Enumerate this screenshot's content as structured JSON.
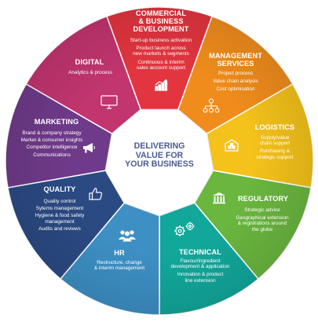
{
  "center": {
    "lines": [
      "DELIVERING",
      "VALUE FOR",
      "YOUR BUSINESS"
    ]
  },
  "colors": {
    "commercial": "#e2353f",
    "management": "#f08c1c",
    "logistics": "#f4c21a",
    "regulatory": "#6ab63f",
    "technical": "#12a79b",
    "hr": "#3d8fc4",
    "quality": "#2b4a83",
    "marketing": "#6f3a8a",
    "digital": "#c2356f",
    "center_text": "#4a5a90"
  },
  "segments": [
    {
      "key": "commercial",
      "icon": "growth-chart-icon",
      "title": [
        "COMMERCIAL",
        "& BUSINESS",
        "DEVELOPMENT"
      ],
      "items": [
        "Start-up business activation",
        "Product launch across",
        "new markets & segments",
        "Continuous & interim",
        "sales account support"
      ]
    },
    {
      "key": "management",
      "icon": "org-chart-icon",
      "title": [
        "MANAGEMENT",
        "SERVICES"
      ],
      "items": [
        "Project process",
        "Value chain analysis",
        "Cost optimisation"
      ]
    },
    {
      "key": "logistics",
      "icon": "warehouse-icon",
      "title": [
        "LOGISTICS"
      ],
      "items": [
        "Supply/value",
        "chain support",
        "Purchasing &",
        "strategic support"
      ]
    },
    {
      "key": "regulatory",
      "icon": "government-building-icon",
      "title": [
        "REGULATORY"
      ],
      "items": [
        "Strategic advice",
        "Geographical extension",
        "& registrations around",
        "the globe"
      ]
    },
    {
      "key": "technical",
      "icon": "gears-icon",
      "title": [
        "TECHNICAL"
      ],
      "items": [
        "Flavour/ingredient",
        "development & application",
        "Innovation & product",
        "line extension"
      ]
    },
    {
      "key": "hr",
      "icon": "people-icon",
      "title": [
        "HR"
      ],
      "items": [
        "Restructure, change",
        "& interim management"
      ]
    },
    {
      "key": "quality",
      "icon": "thumbs-up-icon",
      "title": [
        "QUALITY"
      ],
      "items": [
        "Quality control",
        "Sytems management",
        "Hygiene & food safety",
        "management",
        "Audits and reviews"
      ]
    },
    {
      "key": "marketing",
      "icon": "megaphone-icon",
      "title": [
        "MARKETING"
      ],
      "items": [
        "Brand & company strategy",
        "Market & consumer insights",
        "Competitor intelligence",
        "Communications"
      ]
    },
    {
      "key": "digital",
      "icon": "monitor-icon",
      "title": [
        "DIGITAL"
      ],
      "items": [
        "Analytics & process"
      ]
    }
  ]
}
